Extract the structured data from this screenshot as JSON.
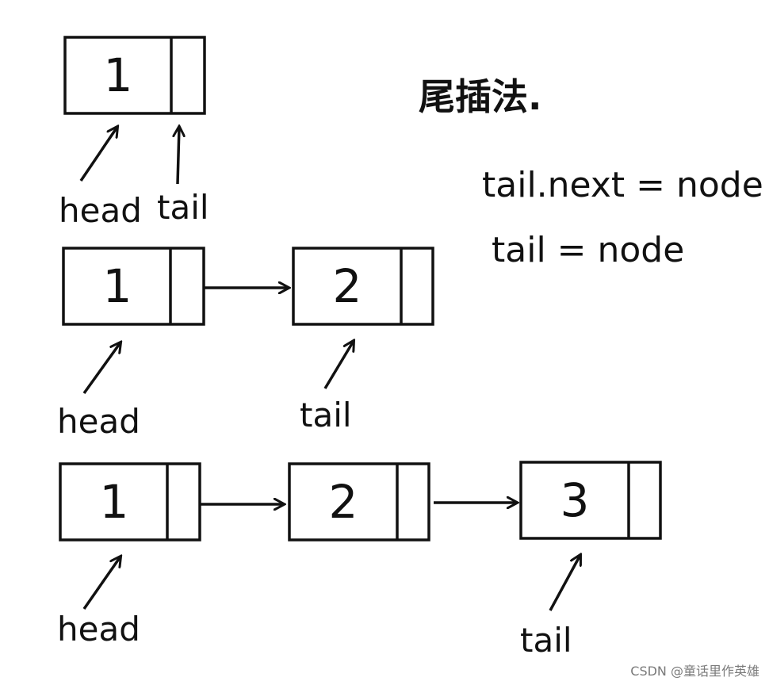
{
  "title": "尾插法.",
  "code_lines": [
    "tail.next = node",
    "tail = node"
  ],
  "labels": {
    "head": "head",
    "tail": "tail"
  },
  "rows": [
    {
      "nodes": [
        "1"
      ]
    },
    {
      "nodes": [
        "1",
        "2"
      ]
    },
    {
      "nodes": [
        "1",
        "2",
        "3"
      ]
    }
  ],
  "watermark": "CSDN @童话里作英雄"
}
